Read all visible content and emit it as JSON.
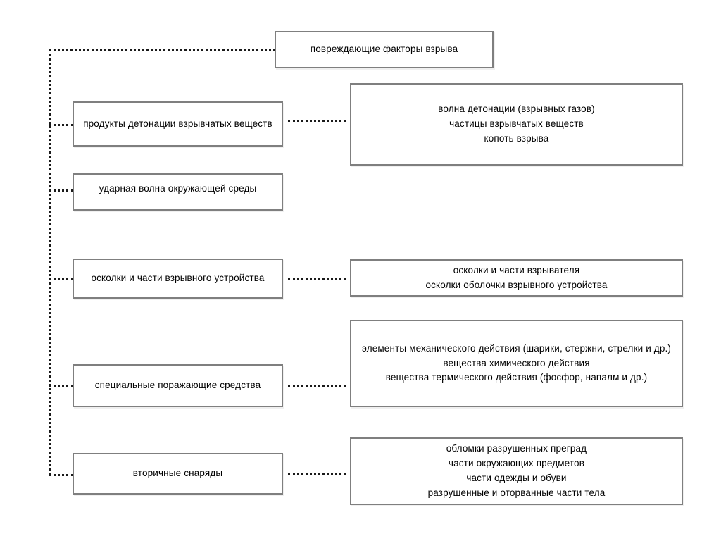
{
  "diagram": {
    "title": "повреждающие факторы взрыва",
    "root": {
      "label": "повреждающие факторы взрыва"
    },
    "branches": [
      {
        "id": "products",
        "label": "продукты детонации взрывчатых веществ",
        "details": "волна детонации (взрывных газов)\nчастицы взрывчатых веществ\nкопоть взрыва"
      },
      {
        "id": "shockwave",
        "label": "ударная волна окружающей среды",
        "details": ""
      },
      {
        "id": "fragments",
        "label": "осколки и части взрывного устройства",
        "details": "осколки и части взрывателя\nосколки оболочки взрывного устройства"
      },
      {
        "id": "special",
        "label": "специальные поражающие средства",
        "details": "элементы механического действия (шарики, стержни, стрелки и др.)\nвещества химического действия\nвещества термического действия (фосфор, напалм и др.)"
      },
      {
        "id": "secondary",
        "label": "вторичные снаряды",
        "details": "обломки разрушенных преград\nчасти окружающих предметов\nчасти одежды и обуви\nразрушенные и оторванные части тела"
      }
    ],
    "colors": {
      "background": "#ffffff",
      "box_border": "#7f7f7f",
      "box_fill": "#ffffff",
      "connector": "#1a1a1a",
      "text": "#000000"
    }
  }
}
